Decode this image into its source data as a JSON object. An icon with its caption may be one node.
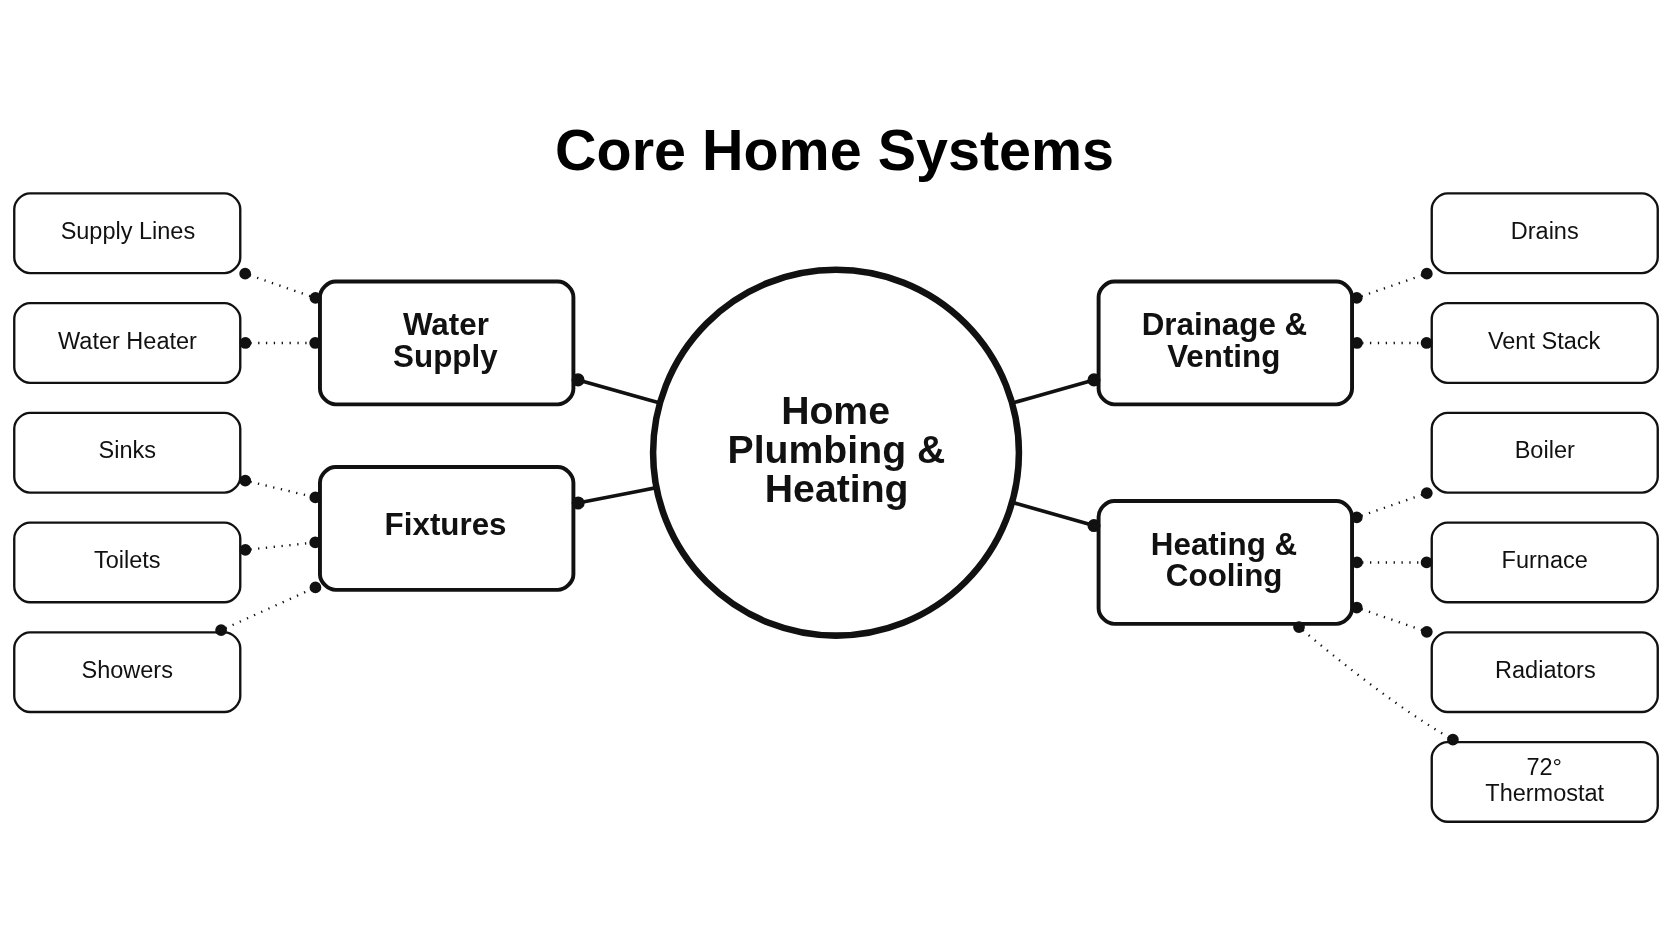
{
  "diagram": {
    "title": "Core Home Systems",
    "nodes": [
      {
        "text": [
          "Home Plumbing & Heating"
        ]
      },
      {
        "text": [
          "Water Supply"
        ]
      },
      {
        "text": [
          "Supply Lines"
        ]
      },
      {
        "text": [
          "Water Heater"
        ]
      },
      {
        "text": [
          "Drainage & Venting"
        ]
      },
      {
        "text": [
          "Drains"
        ]
      },
      {
        "text": [
          "Vent Stack"
        ]
      },
      {
        "text": [
          "Fixtures"
        ]
      },
      {
        "text": [
          "Sinks"
        ]
      },
      {
        "text": [
          "Toilets"
        ]
      },
      {
        "text": [
          "Showers"
        ]
      },
      {
        "text": [
          "Heating & Cooling"
        ]
      },
      {
        "text": [
          "Boiler"
        ]
      },
      {
        "text": [
          "Furnace"
        ]
      },
      {
        "text": [
          "Radiators"
        ]
      },
      {
        "text": [
          "72°",
          "Thermostat"
        ]
      }
    ],
    "edges": [
      {
        "from": 2,
        "to": 1,
        "arrow": "other",
        "style": "dashed"
      },
      {
        "from": 3,
        "to": 1,
        "arrow": "other",
        "style": "dashed"
      },
      {
        "from": 1,
        "to": 0,
        "arrow": "other"
      },
      {
        "from": 0,
        "to": 4,
        "arrow": "other"
      },
      {
        "from": 4,
        "to": 5,
        "arrow": "other",
        "style": "dashed"
      },
      {
        "from": 4,
        "to": 6,
        "arrow": "other",
        "style": "dashed"
      },
      {
        "from": 8,
        "to": 7,
        "arrow": "other",
        "style": "dashed"
      },
      {
        "from": 9,
        "to": 7,
        "arrow": "other",
        "style": "dashed"
      },
      {
        "from": 10,
        "to": 7,
        "arrow": "other",
        "style": "dashed"
      },
      {
        "from": 7,
        "to": 0,
        "arrow": "other"
      },
      {
        "from": 0,
        "to": 11,
        "arrow": "other"
      },
      {
        "from": 11,
        "to": 12,
        "arrow": "other",
        "style": "dashed"
      },
      {
        "from": 11,
        "to": 13,
        "arrow": "other",
        "style": "dashed"
      },
      {
        "from": 11,
        "to": 14,
        "arrow": "other",
        "style": "dashed"
      },
      {
        "from": 11,
        "to": 15,
        "arrow": "other",
        "style": "dashed"
      }
    ]
  }
}
